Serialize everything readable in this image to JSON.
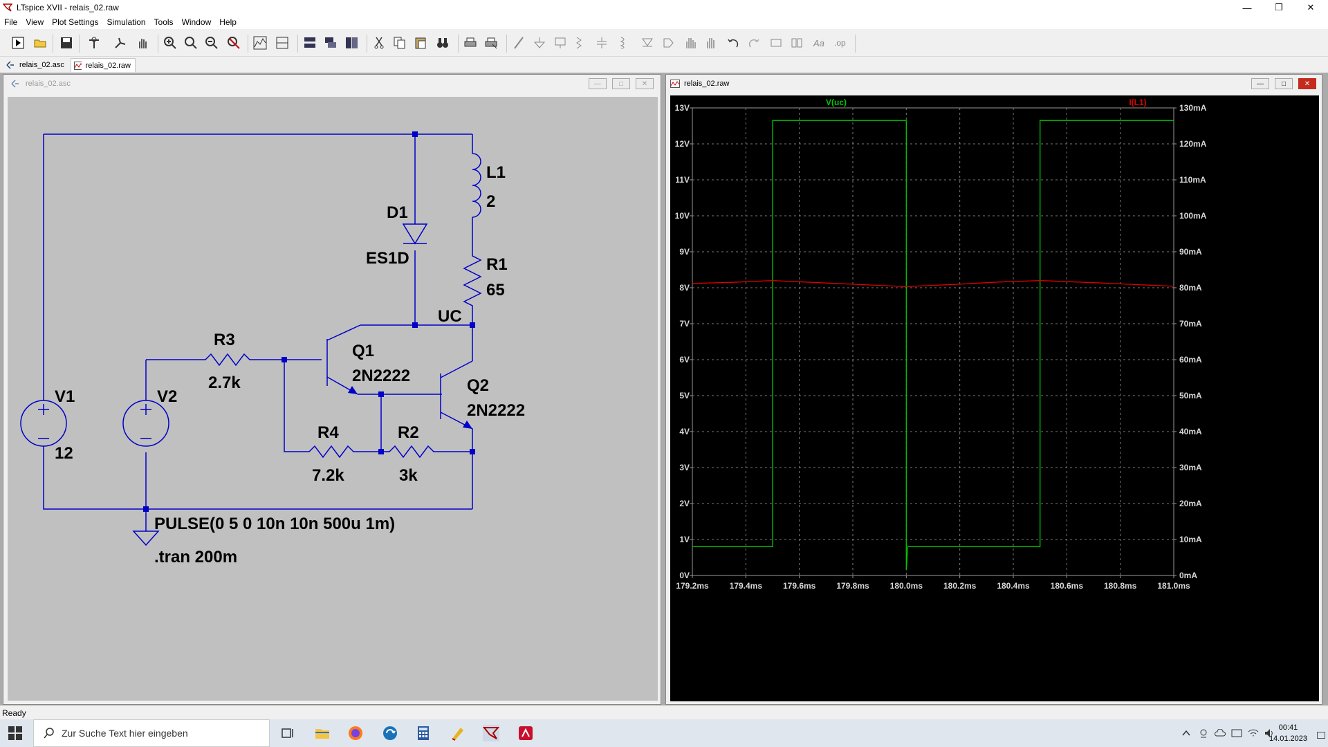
{
  "window": {
    "title": "LTspice XVII - relais_02.raw"
  },
  "menu": [
    "File",
    "View",
    "Plot Settings",
    "Simulation",
    "Tools",
    "Window",
    "Help"
  ],
  "tabs": [
    {
      "label": "relais_02.asc"
    },
    {
      "label": "relais_02.raw"
    }
  ],
  "schematic": {
    "title": "relais_02.asc",
    "labels": {
      "L1": "L1",
      "L1_val": "2",
      "D1": "D1",
      "D1_val": "ES1D",
      "R1": "R1",
      "R1_val": "65",
      "UC": "UC",
      "R3": "R3",
      "R3_val": "2.7k",
      "Q1": "Q1",
      "Q1_val": "2N2222",
      "Q2": "Q2",
      "Q2_val": "2N2222",
      "V1": "V1",
      "V1_val": "12",
      "V2": "V2",
      "R4": "R4",
      "R4_val": "7.2k",
      "R2": "R2",
      "R2_val": "3k",
      "pulse": "PULSE(0 5 0 10n 10n 500u 1m)",
      "tran": ".tran 200m"
    }
  },
  "plot": {
    "title": "relais_02.raw",
    "traces": [
      {
        "name": "V(uc)",
        "color": "#00c800"
      },
      {
        "name": "I(L1)",
        "color": "#e00000"
      }
    ]
  },
  "chart_data": {
    "type": "line",
    "title": "",
    "xlabel": "",
    "ylabel": "",
    "y2label": "",
    "xlim": [
      179.2,
      181.0
    ],
    "ylim": [
      0,
      13
    ],
    "y2lim": [
      0,
      130
    ],
    "x_ticks": [
      "179.2ms",
      "179.4ms",
      "179.6ms",
      "179.8ms",
      "180.0ms",
      "180.2ms",
      "180.4ms",
      "180.6ms",
      "180.8ms",
      "181.0ms"
    ],
    "y_ticks": [
      "0V",
      "1V",
      "2V",
      "3V",
      "4V",
      "5V",
      "6V",
      "7V",
      "8V",
      "9V",
      "10V",
      "11V",
      "12V",
      "13V"
    ],
    "y2_ticks": [
      "0mA",
      "10mA",
      "20mA",
      "30mA",
      "40mA",
      "50mA",
      "60mA",
      "70mA",
      "80mA",
      "90mA",
      "100mA",
      "110mA",
      "120mA",
      "130mA"
    ],
    "grid": true,
    "series": [
      {
        "name": "V(uc)",
        "axis": "left",
        "color": "#00c800",
        "x": [
          179.2,
          179.5,
          179.5,
          180.0,
          180.0,
          180.005,
          180.5,
          180.5,
          181.0
        ],
        "y": [
          0.8,
          0.8,
          12.65,
          12.65,
          0.15,
          0.8,
          0.8,
          12.65,
          12.65
        ]
      },
      {
        "name": "I(L1)",
        "axis": "right",
        "color": "#e00000",
        "x": [
          179.2,
          179.35,
          179.5,
          179.7,
          180.0,
          180.2,
          180.35,
          180.5,
          180.7,
          181.0
        ],
        "y": [
          81.2,
          81.5,
          82.0,
          81.3,
          80.3,
          81.0,
          81.6,
          82.0,
          81.4,
          80.4
        ]
      }
    ]
  },
  "status": {
    "text": "Ready"
  },
  "taskbar": {
    "search_placeholder": "Zur Suche Text hier eingeben",
    "time": "00:41",
    "date": "14.01.2023"
  }
}
